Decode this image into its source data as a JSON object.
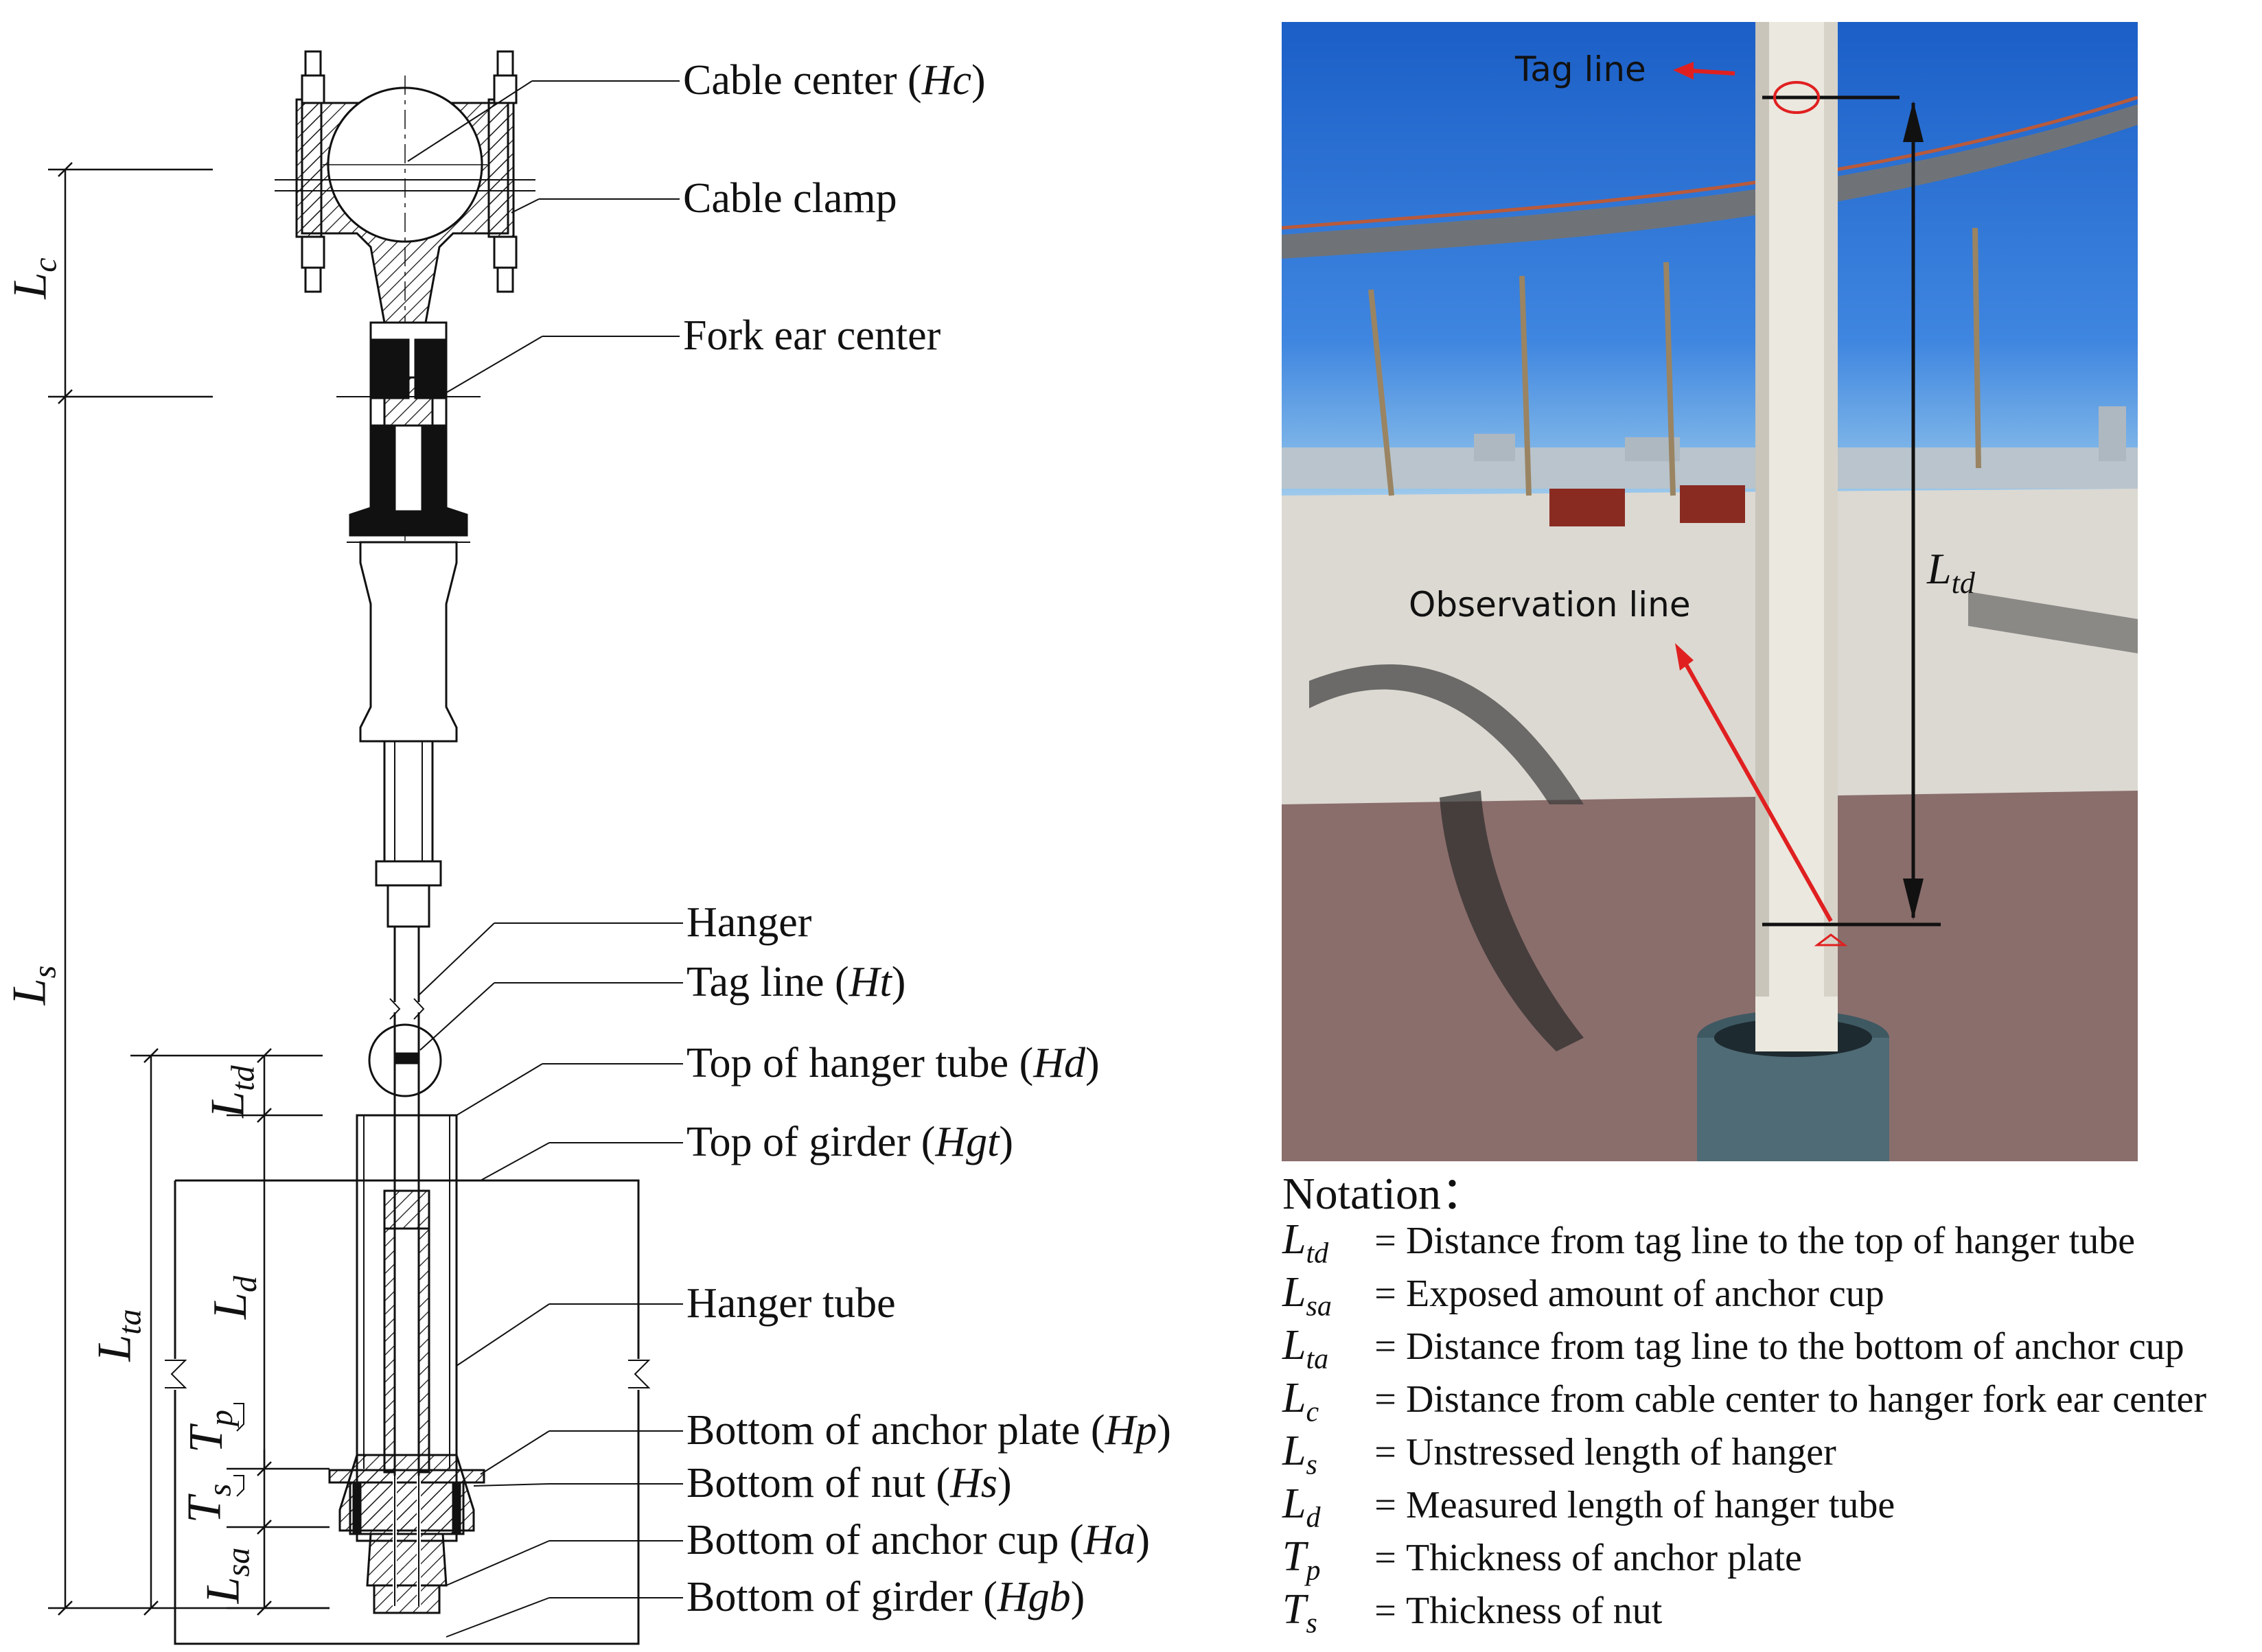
{
  "callouts": [
    {
      "id": "cable-center",
      "text": "Cable center (",
      "sym": "Hc",
      "end": ")"
    },
    {
      "id": "cable-clamp",
      "text": "Cable clamp",
      "sym": "",
      "end": ""
    },
    {
      "id": "fork-ear-center",
      "text": "Fork ear center",
      "sym": "",
      "end": ""
    },
    {
      "id": "hanger",
      "text": "Hanger",
      "sym": "",
      "end": ""
    },
    {
      "id": "tag-line",
      "text": "Tag line (",
      "sym": "Ht",
      "end": ")"
    },
    {
      "id": "top-of-hanger-tube",
      "text": "Top of hanger tube (",
      "sym": "Hd",
      "end": ")"
    },
    {
      "id": "top-of-girder",
      "text": "Top of girder (",
      "sym": "Hgt",
      "end": ")"
    },
    {
      "id": "hanger-tube",
      "text": "Hanger tube",
      "sym": "",
      "end": ""
    },
    {
      "id": "bottom-of-anchor-plate",
      "text": "Bottom of anchor plate (",
      "sym": "Hp",
      "end": ")"
    },
    {
      "id": "bottom-of-nut",
      "text": "Bottom of nut (",
      "sym": "Hs",
      "end": ")"
    },
    {
      "id": "bottom-of-anchor-cup",
      "text": "Bottom of anchor cup (",
      "sym": "Ha",
      "end": ")"
    },
    {
      "id": "bottom-of-girder",
      "text": "Bottom of girder (",
      "sym": "Hgb",
      "end": ")"
    }
  ],
  "dimensions": {
    "lc": {
      "main": "L",
      "sub": "c"
    },
    "ls": {
      "main": "L",
      "sub": "s"
    },
    "lta": {
      "main": "L",
      "sub": "ta"
    },
    "ltd": {
      "main": "L",
      "sub": "td"
    },
    "ld": {
      "main": "L",
      "sub": "d"
    },
    "tp": {
      "main": "T",
      "sub": "p"
    },
    "ts": {
      "main": "T",
      "sub": "s"
    },
    "lsa": {
      "main": "L",
      "sub": "sa"
    }
  },
  "photo": {
    "tag_line_label": "Tag line",
    "observation_line_label": "Observation line",
    "ltd_main": "L",
    "ltd_sub": "td",
    "arrow_color": "#e02020"
  },
  "notation": {
    "title": "Notation：",
    "entries": [
      {
        "main": "L",
        "sub": "td",
        "eq": "=",
        "desc": "Distance from tag line to the top of hanger tube"
      },
      {
        "main": "L",
        "sub": "sa",
        "eq": "=",
        "desc": "Exposed amount of anchor cup"
      },
      {
        "main": "L",
        "sub": "ta",
        "eq": "=",
        "desc": "Distance from tag line to the bottom of anchor cup"
      },
      {
        "main": "L",
        "sub": "c",
        "eq": "=",
        "desc": "Distance from cable center to hanger fork ear center"
      },
      {
        "main": "L",
        "sub": "s",
        "eq": "=",
        "desc": "Unstressed length of hanger"
      },
      {
        "main": "L",
        "sub": "d",
        "eq": "=",
        "desc": "Measured length of hanger tube"
      },
      {
        "main": "T",
        "sub": "p",
        "eq": "=",
        "desc": "Thickness of anchor plate"
      },
      {
        "main": "T",
        "sub": "s",
        "eq": "=",
        "desc": "Thickness of nut"
      }
    ]
  }
}
